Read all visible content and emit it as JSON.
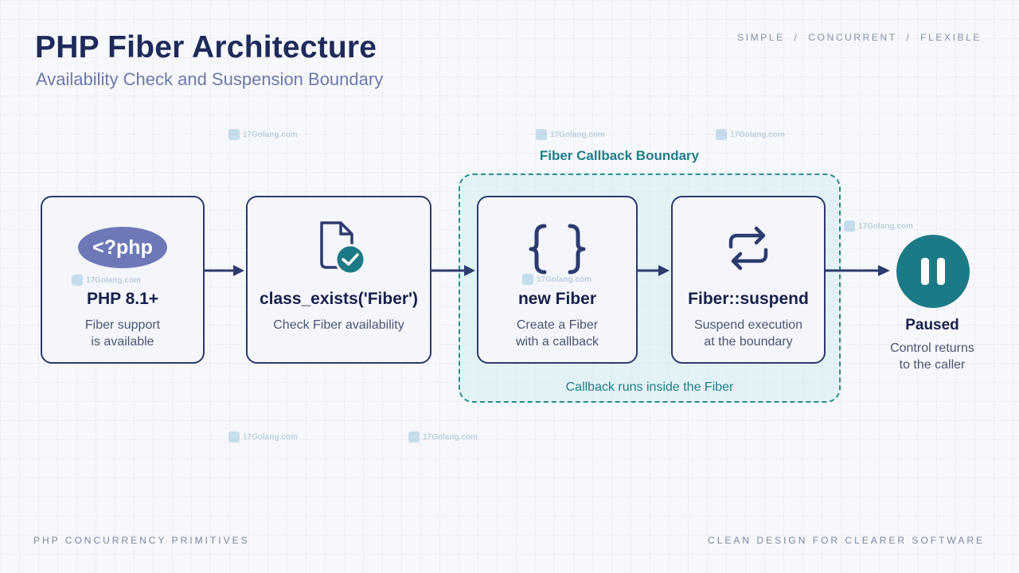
{
  "header": {
    "title": "PHP Fiber Architecture",
    "subtitle": "Availability Check and Suspension Boundary",
    "tagline": "SIMPLE  /  CONCURRENT  /  FLEXIBLE"
  },
  "boundary": {
    "title": "Fiber Callback Boundary",
    "note": "Callback runs inside the Fiber"
  },
  "steps": [
    {
      "icon": "php-badge-icon",
      "badge": "<?php",
      "title": "PHP 8.1+",
      "desc": "Fiber support\nis available"
    },
    {
      "icon": "document-check-icon",
      "title": "class_exists('Fiber')",
      "desc": "Check Fiber availability"
    },
    {
      "icon": "braces-icon",
      "title": "new Fiber",
      "desc": "Create a Fiber\nwith a callback"
    },
    {
      "icon": "swap-arrows-icon",
      "title": "Fiber::suspend",
      "desc": "Suspend execution\nat the boundary"
    }
  ],
  "end": {
    "icon": "pause-icon",
    "title": "Paused",
    "desc": "Control returns\nto the caller"
  },
  "footer": {
    "left": "PHP CONCURRENCY PRIMITIVES",
    "right": "CLEAN DESIGN FOR CLEARER SOFTWARE"
  },
  "watermark": "17Golang.com",
  "colors": {
    "navy": "#2d3a6e",
    "teal": "#1f7d89",
    "badge": "#6e78b6",
    "check": "#1c7a86"
  }
}
